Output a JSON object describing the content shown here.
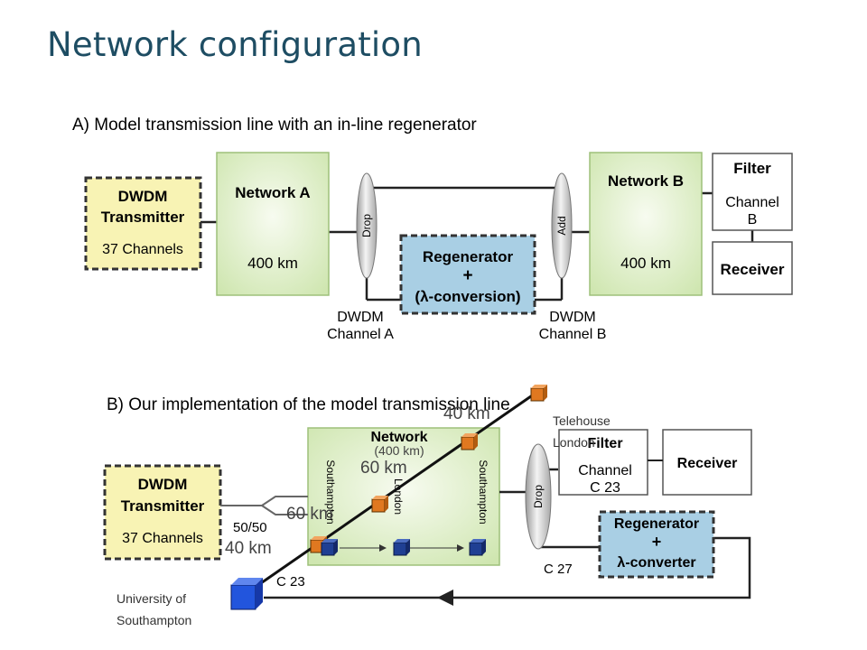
{
  "title": "Network configuration",
  "colors": {
    "title": "#1e4d63",
    "network_fill": "#cfe6b0",
    "network_stroke": "#9ec07a",
    "transmitter_fill": "#f8f3b4",
    "regenerator_fill": "#a9cfe4",
    "node_orange": "#e07820",
    "node_navy": "#1f3f93",
    "node_blue": "#2255dd"
  },
  "partA": {
    "heading": "A) Model transmission line with an in-line regenerator",
    "transmitter": {
      "line1": "DWDM",
      "line2": "Transmitter",
      "line3": "37 Channels"
    },
    "network_a": {
      "name": "Network A",
      "distance": "400 km"
    },
    "network_b": {
      "name": "Network B",
      "distance": "400 km"
    },
    "drop": "Drop",
    "add": "Add",
    "regenerator": {
      "line1": "Regenerator",
      "line2": "+",
      "line3": "(λ-conversion)"
    },
    "filter": {
      "line1": "Filter",
      "line2": "Channel",
      "line3": "B"
    },
    "receiver": "Receiver",
    "channel_a": {
      "line1": "DWDM",
      "line2": "Channel A"
    },
    "channel_b": {
      "line1": "DWDM",
      "line2": "Channel B"
    }
  },
  "partB": {
    "heading": "B) Our implementation of the model transmission line",
    "transmitter": {
      "line1": "DWDM",
      "line2": "Transmitter",
      "line3": "37 Channels"
    },
    "network": {
      "name": "Network",
      "distance": "(400 km)"
    },
    "southampton_left": "Southampton",
    "london": "London",
    "southampton_right": "Southampton",
    "splitter": "50/50",
    "drop": "Drop",
    "filter": {
      "line1": "Filter",
      "line2": "Channel",
      "line3": "C 23"
    },
    "receiver": "Receiver",
    "regenerator": {
      "line1": "Regenerator",
      "line2": "+",
      "line3": "λ-converter"
    },
    "c23": "C 23",
    "c27": "C 27",
    "km_40_top": "40 km",
    "km_60_mid": "60 km",
    "km_60_low": "60 km",
    "km_40_bottom": "40 km",
    "telehouse": {
      "line1": "Telehouse",
      "line2": "London"
    },
    "university": {
      "line1": "University of",
      "line2": "Southampton"
    }
  }
}
